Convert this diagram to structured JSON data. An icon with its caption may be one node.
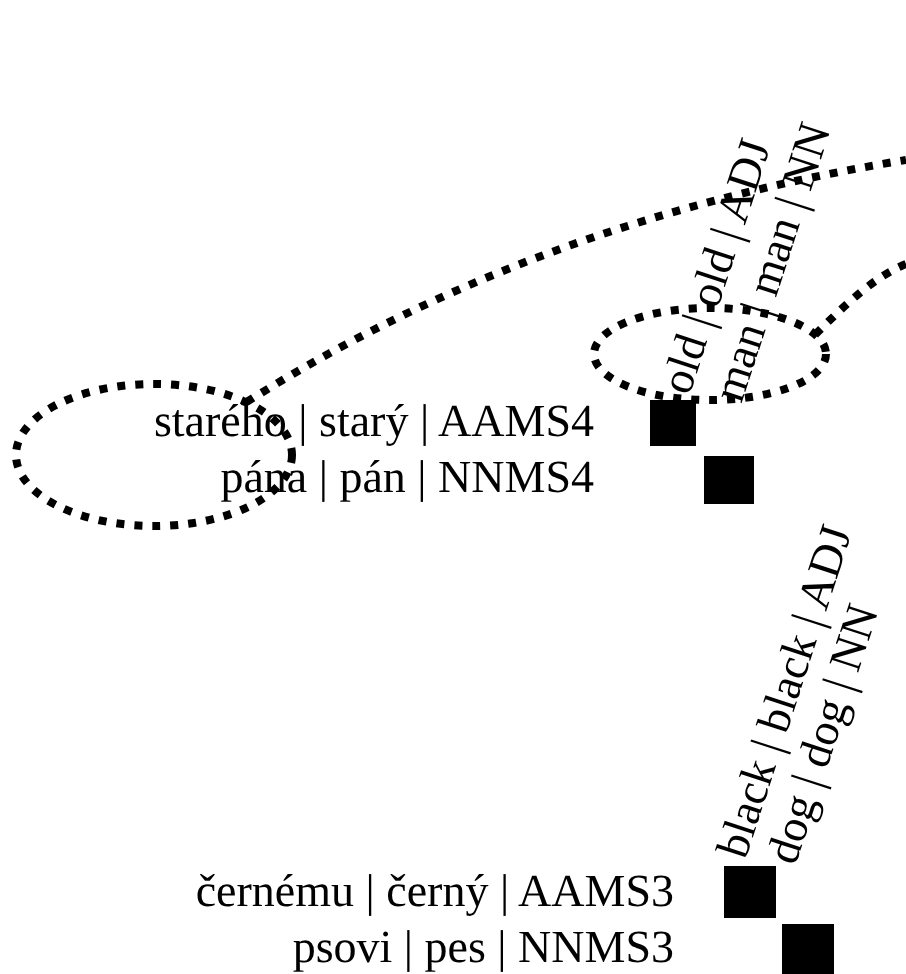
{
  "diagram": {
    "nodes": [
      {
        "text": [
          "old | old | ADJ"
        ]
      },
      {
        "text": [
          "man | man | NN"
        ]
      },
      {
        "text": [],
        "shape": "ellipse"
      },
      {
        "text": [],
        "shape": "ellipse"
      },
      {
        "text": [
          "starého | starý | AAMS4"
        ]
      },
      {
        "text": [],
        "shape": "box"
      },
      {
        "text": [
          "pána | pán | NNMS4"
        ]
      },
      {
        "text": [],
        "shape": "box"
      },
      {
        "text": [
          "black | black | ADJ"
        ]
      },
      {
        "text": [
          "dog | dog | NN"
        ]
      },
      {
        "text": [
          "černému | černý | AAMS3"
        ]
      },
      {
        "text": [],
        "shape": "box"
      },
      {
        "text": [
          "psovi | pes | NNMS3"
        ]
      },
      {
        "text": [],
        "shape": "box"
      }
    ],
    "edges": [
      {
        "from": 3,
        "to": null,
        "arrow": "none",
        "style": "dashed"
      },
      {
        "from": 2,
        "to": null,
        "arrow": "none",
        "style": "dashed"
      }
    ]
  }
}
